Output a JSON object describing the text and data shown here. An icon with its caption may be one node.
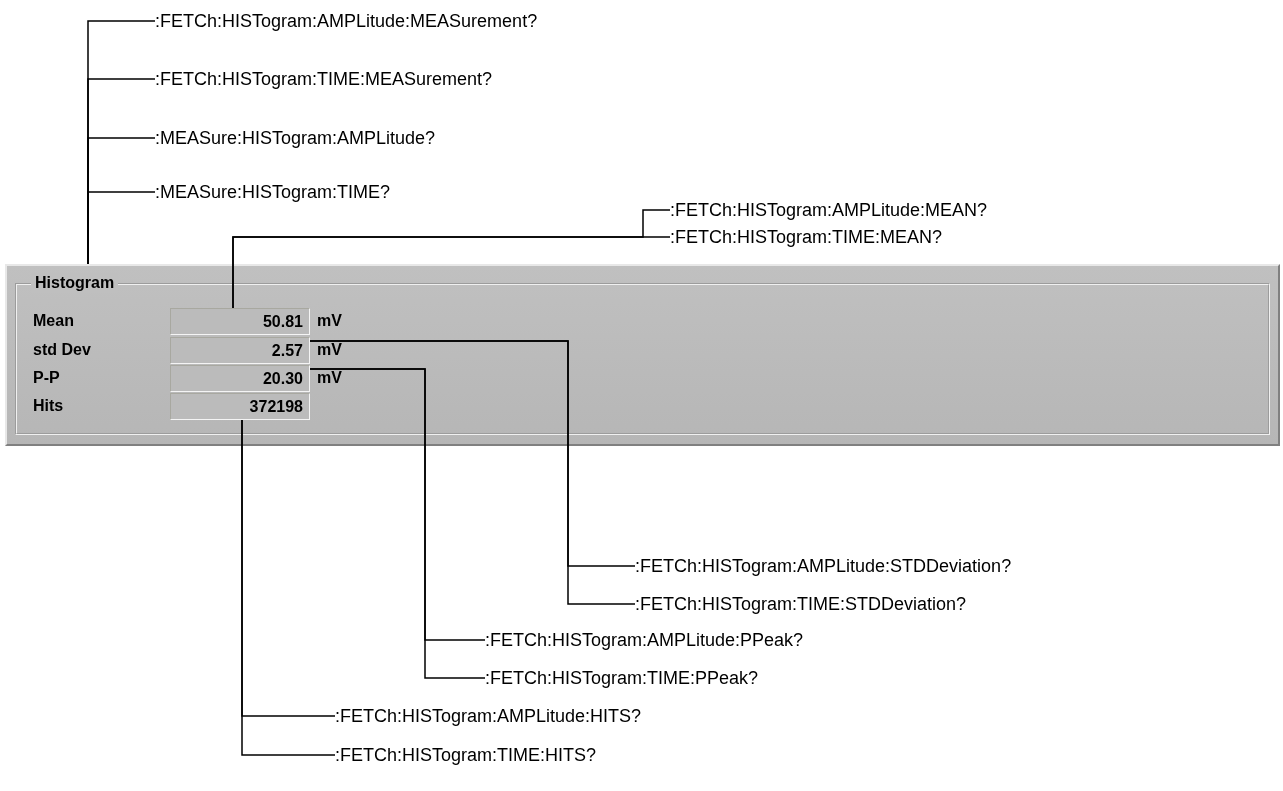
{
  "diagram": {
    "nodes": [
      {
        "text": [
          ":FETCh:HISTogram:AMPLitude:MEASurement?"
        ]
      },
      {
        "text": [
          ":FETCh:HISTogram:TIME:MEASurement?"
        ]
      },
      {
        "text": [
          ":MEASure:HISTogram:AMPLitude?"
        ]
      },
      {
        "text": [
          ":MEASure:HISTogram:TIME?"
        ]
      },
      {
        "text": [
          ":FETCh:HISTogram:AMPLitude:MEAN?"
        ]
      },
      {
        "text": [
          ":FETCh:HISTogram:TIME:MEAN?"
        ]
      },
      {
        "text": [
          "Histogram"
        ]
      },
      {
        "text": [
          "50.81"
        ],
        "in": 6
      },
      {
        "text": [
          "2.57"
        ],
        "in": 6
      },
      {
        "text": [
          "20.30"
        ],
        "in": 6
      },
      {
        "text": [
          "372198"
        ],
        "in": 6
      },
      {
        "text": [
          ":FETCh:HISTogram:AMPLitude:STDDeviation?"
        ]
      },
      {
        "text": [
          ":FETCh:HISTogram:TIME:STDDeviation?"
        ]
      },
      {
        "text": [
          ":FETCh:HISTogram:AMPLitude:PPeak?"
        ]
      },
      {
        "text": [
          ":FETCh:HISTogram:TIME:PPeak?"
        ]
      },
      {
        "text": [
          ":FETCh:HISTogram:AMPLitude:HITS?"
        ]
      },
      {
        "text": [
          ":FETCh:HISTogram:TIME:HITS?"
        ]
      }
    ],
    "edges": [
      {
        "from": 0,
        "to": 6,
        "arrow": "none"
      },
      {
        "from": 1,
        "to": 6,
        "arrow": "none"
      },
      {
        "from": 2,
        "to": 6,
        "arrow": "none"
      },
      {
        "from": 3,
        "to": 6,
        "arrow": "none"
      },
      {
        "from": 4,
        "to": 7,
        "arrow": "none"
      },
      {
        "from": 5,
        "to": 7,
        "arrow": "none"
      },
      {
        "from": 11,
        "to": 8,
        "arrow": "none"
      },
      {
        "from": 12,
        "to": 8,
        "arrow": "none"
      },
      {
        "from": 13,
        "to": 9,
        "arrow": "none"
      },
      {
        "from": 14,
        "to": 9,
        "arrow": "none"
      },
      {
        "from": 15,
        "to": 10,
        "arrow": "none"
      },
      {
        "from": 16,
        "to": 10,
        "arrow": "none"
      }
    ],
    "labels": [
      "Mean",
      "mV",
      "std Dev",
      "mV",
      "P-P",
      "mV",
      "Hits"
    ]
  }
}
